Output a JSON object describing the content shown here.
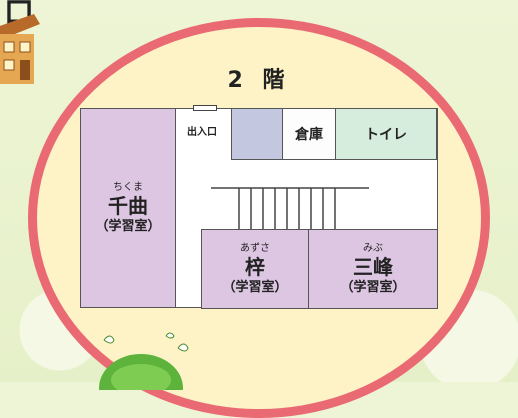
{
  "corner_text": "口",
  "floor": {
    "title": "2 階"
  },
  "entrance": {
    "label": "出入口"
  },
  "rooms": {
    "chikuma": {
      "furigana": "ちくま",
      "name": "千曲",
      "type": "（学習室）"
    },
    "azusa": {
      "furigana": "あずさ",
      "name": "梓",
      "type": "（学習室）"
    },
    "mibu": {
      "furigana": "みぶ",
      "name": "三峰",
      "type": "（学習室）"
    },
    "storage": {
      "label": "倉庫"
    },
    "toilet": {
      "label": "トイレ"
    }
  },
  "colors": {
    "oval_border": "#ea6a74",
    "oval_fill": "#fdf3c6",
    "study_room": "#dcc6e2",
    "gray_room": "#c3c7e0",
    "toilet": "#d6ecdd",
    "background": "#eef5d6"
  }
}
